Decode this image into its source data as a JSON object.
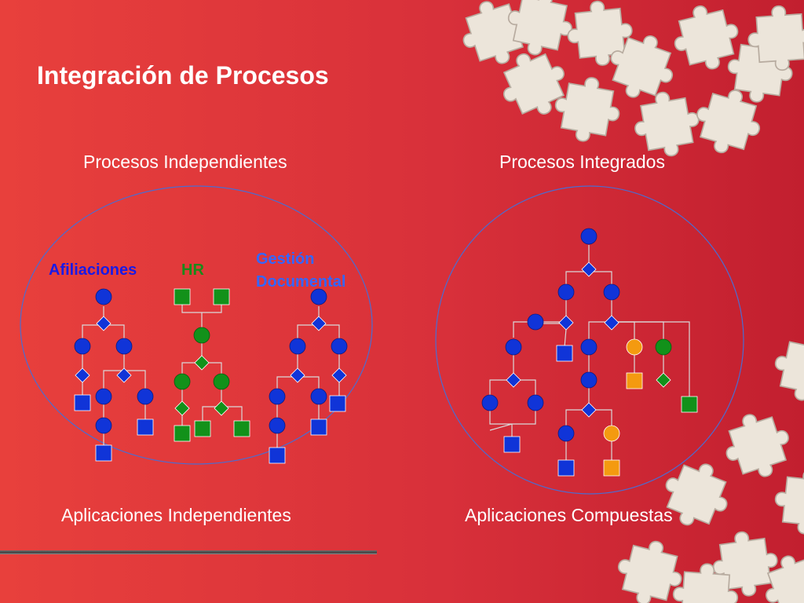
{
  "slide": {
    "title": "Integración de Procesos",
    "left_heading": "Procesos Independientes",
    "right_heading": "Procesos Integrados",
    "left_footer": "Aplicaciones Independientes",
    "right_footer": "Aplicaciones Compuestas"
  },
  "groups": {
    "afiliaciones": "Afiliaciones",
    "hr": "HR",
    "gestion_line1": "Gestión",
    "gestion_line2": "Documental"
  },
  "colors": {
    "blue": "#1034d8",
    "green": "#12911a",
    "orange": "#f49a10",
    "afiliaciones_label": "#1a1ae6",
    "hr_label": "#1a8a1a",
    "gestion_label": "#3366ff",
    "ellipse_stroke": "#4c6cd0",
    "connector": "#d9d9d9"
  },
  "decor": {
    "background": "puzzle-pieces"
  }
}
